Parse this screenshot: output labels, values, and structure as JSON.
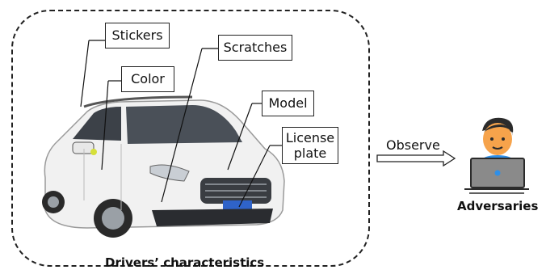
{
  "labels": {
    "stickers": "Stickers",
    "color": "Color",
    "scratches": "Scratches",
    "model": "Model",
    "license_line1": "License",
    "license_line2": "plate"
  },
  "caption": "Drivers’   characteristics",
  "edge": {
    "label": "Observe"
  },
  "actor": {
    "label": "Adversaries",
    "icon": "person-at-laptop-icon"
  },
  "image": {
    "subject": "car-photo"
  },
  "colors": {
    "frame": "#222222",
    "car_body": "#f1f1f1",
    "skin": "#f6a34b",
    "hair": "#2b2b2b",
    "shirt": "#2f8fe8",
    "laptop": "#8a8a8a",
    "plate": "#2f63c9"
  }
}
